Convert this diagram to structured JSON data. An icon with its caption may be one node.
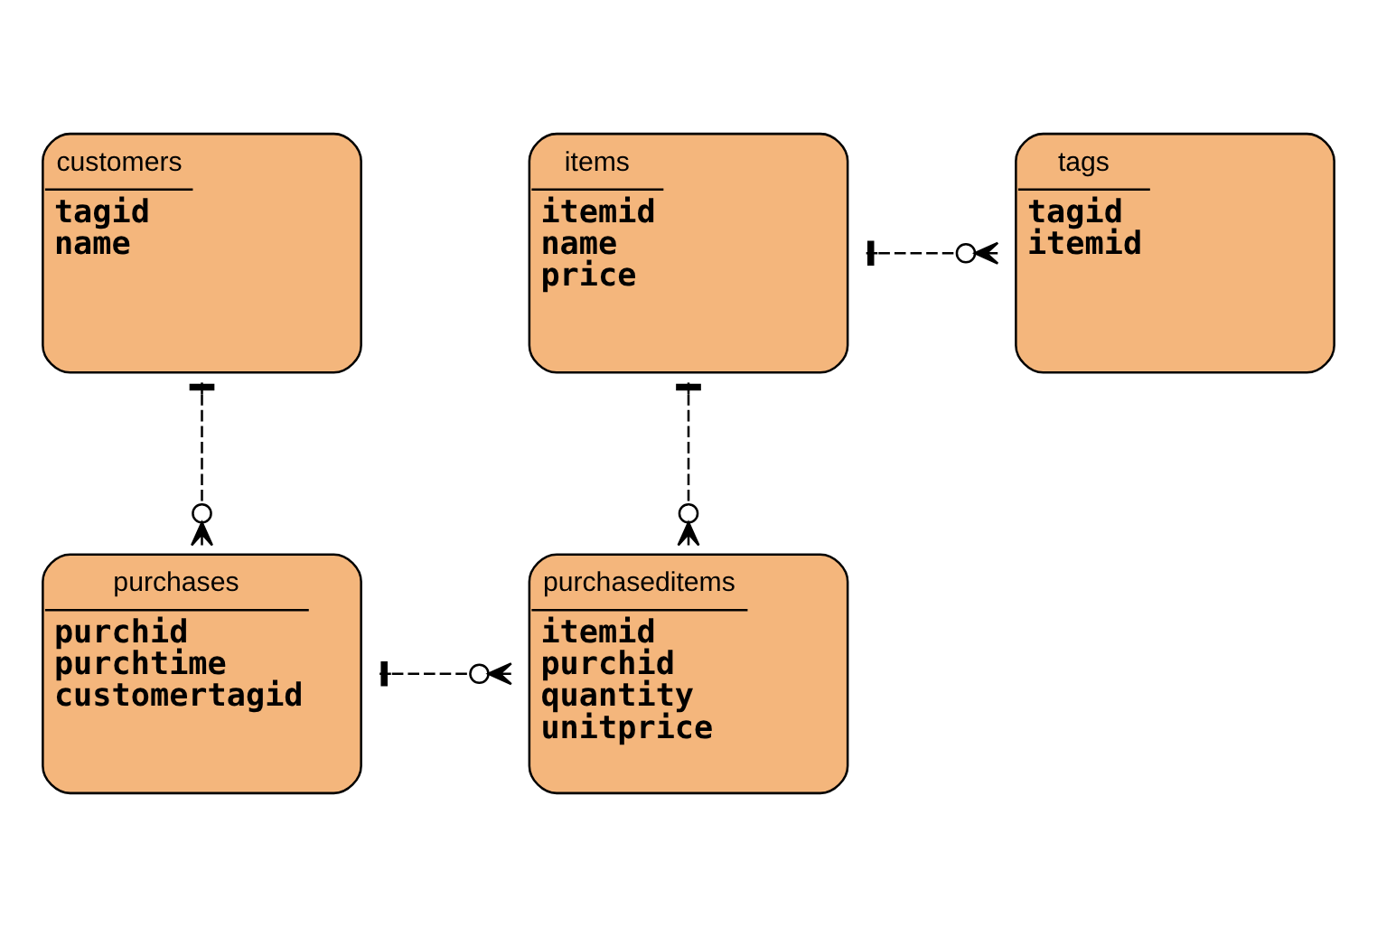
{
  "diagram": {
    "nodes": [
      {
        "text": [
          "items",
          "itemid",
          "name",
          "price"
        ]
      },
      {
        "text": [
          "tags",
          "tagid",
          "itemid"
        ]
      },
      {
        "text": [
          "customers",
          "tagid",
          "name"
        ]
      },
      {
        "text": [
          "purchaseditems",
          "itemid",
          "purchid",
          "quantity",
          "unitprice"
        ]
      },
      {
        "text": [
          "purchases",
          "purchid",
          "purchtime",
          "customertagid"
        ]
      }
    ],
    "edges": [
      {
        "from": 0,
        "to": 1,
        "arrow": "other",
        "style": "dashed"
      },
      {
        "from": 0,
        "to": 3,
        "arrow": "other",
        "style": "dashed"
      },
      {
        "from": 2,
        "to": 4,
        "arrow": "other",
        "style": "dashed"
      },
      {
        "from": 4,
        "to": 3,
        "arrow": "other",
        "style": "dashed"
      }
    ]
  }
}
